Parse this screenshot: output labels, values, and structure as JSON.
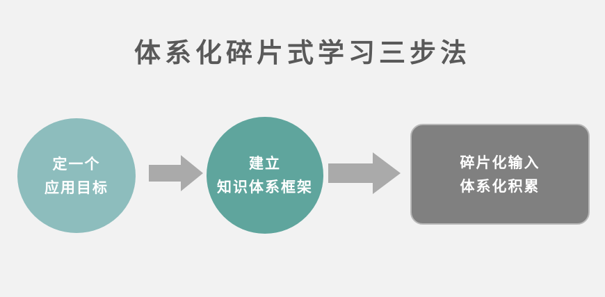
{
  "title": "体系化碎片式学习三步法",
  "steps": [
    {
      "line1": "定一个",
      "line2": "应用目标",
      "color": "#8dbdbd"
    },
    {
      "line1": "建立",
      "line2": "知识体系框架",
      "color": "#5fa59d"
    },
    {
      "line1": "碎片化输入",
      "line2": "体系化积累",
      "color": "#808080"
    }
  ],
  "colors": {
    "background": "#f2f2f2",
    "title": "#595959",
    "arrow": "#aaaaaa"
  },
  "icons": [
    "arrow-right-icon",
    "arrow-right-icon"
  ]
}
